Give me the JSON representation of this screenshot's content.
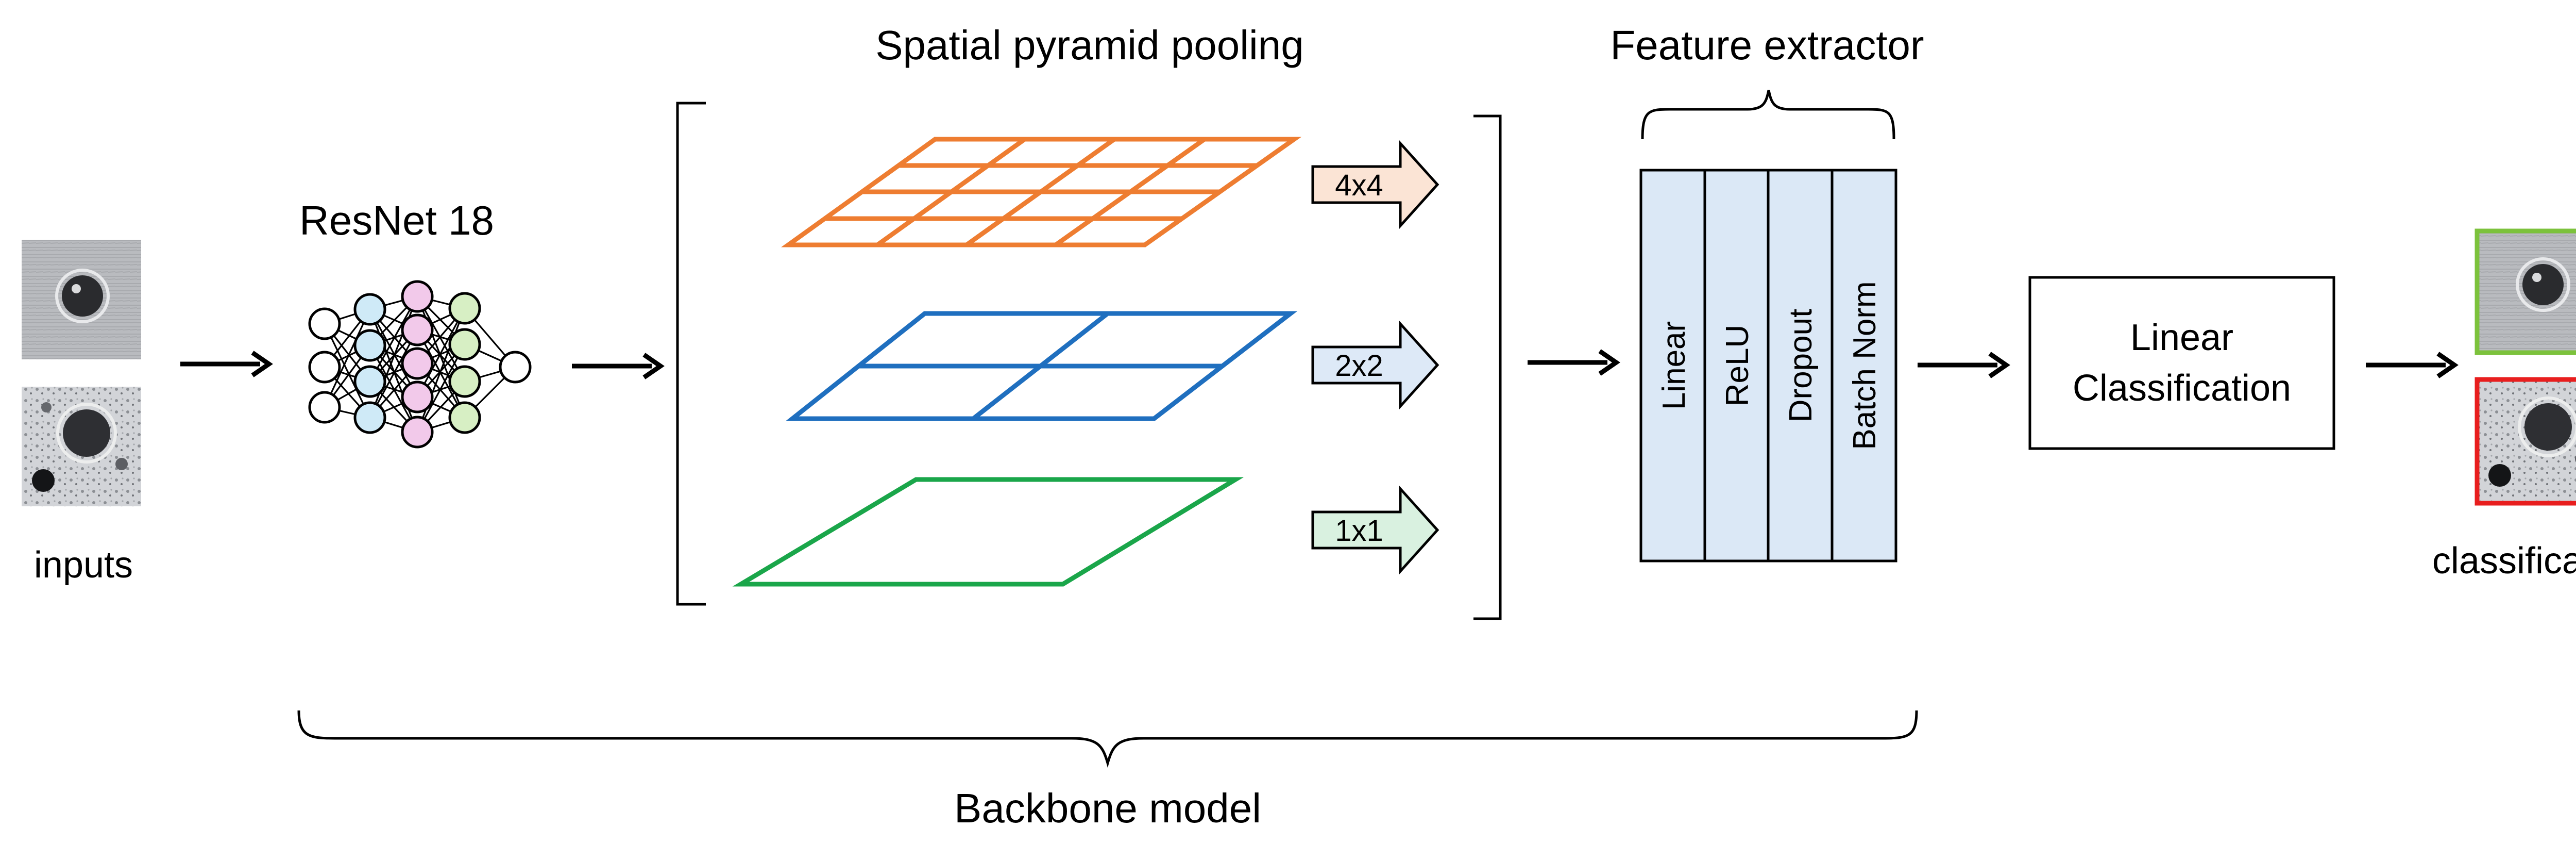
{
  "labels": {
    "inputs": "inputs",
    "resnet": "ResNet 18",
    "spp_title": "Spatial pyramid pooling",
    "feature_title": "Feature extractor",
    "backbone": "Backbone model",
    "linear_line1": "Linear",
    "linear_line2": "Classification",
    "classification": "classification"
  },
  "pyramid_levels": [
    {
      "label": "4x4",
      "color": "#ee7d31",
      "fill": "#fbe4d5"
    },
    {
      "label": "2x2",
      "color": "#1f6fbf",
      "fill": "#dde9f7"
    },
    {
      "label": "1x1",
      "color": "#1aa64a",
      "fill": "#d9f1e0"
    }
  ],
  "feature_layers": [
    "Linear",
    "ReLU",
    "Dropout",
    "Batch Norm"
  ],
  "colors": {
    "feature_fill": "#dbe8f6",
    "correct_border": "#7cc23c",
    "wrong_border": "#e81e1e",
    "neuron_blue": "#cfeaf7",
    "neuron_pink": "#f2c9ea",
    "neuron_green": "#d7efc4"
  }
}
